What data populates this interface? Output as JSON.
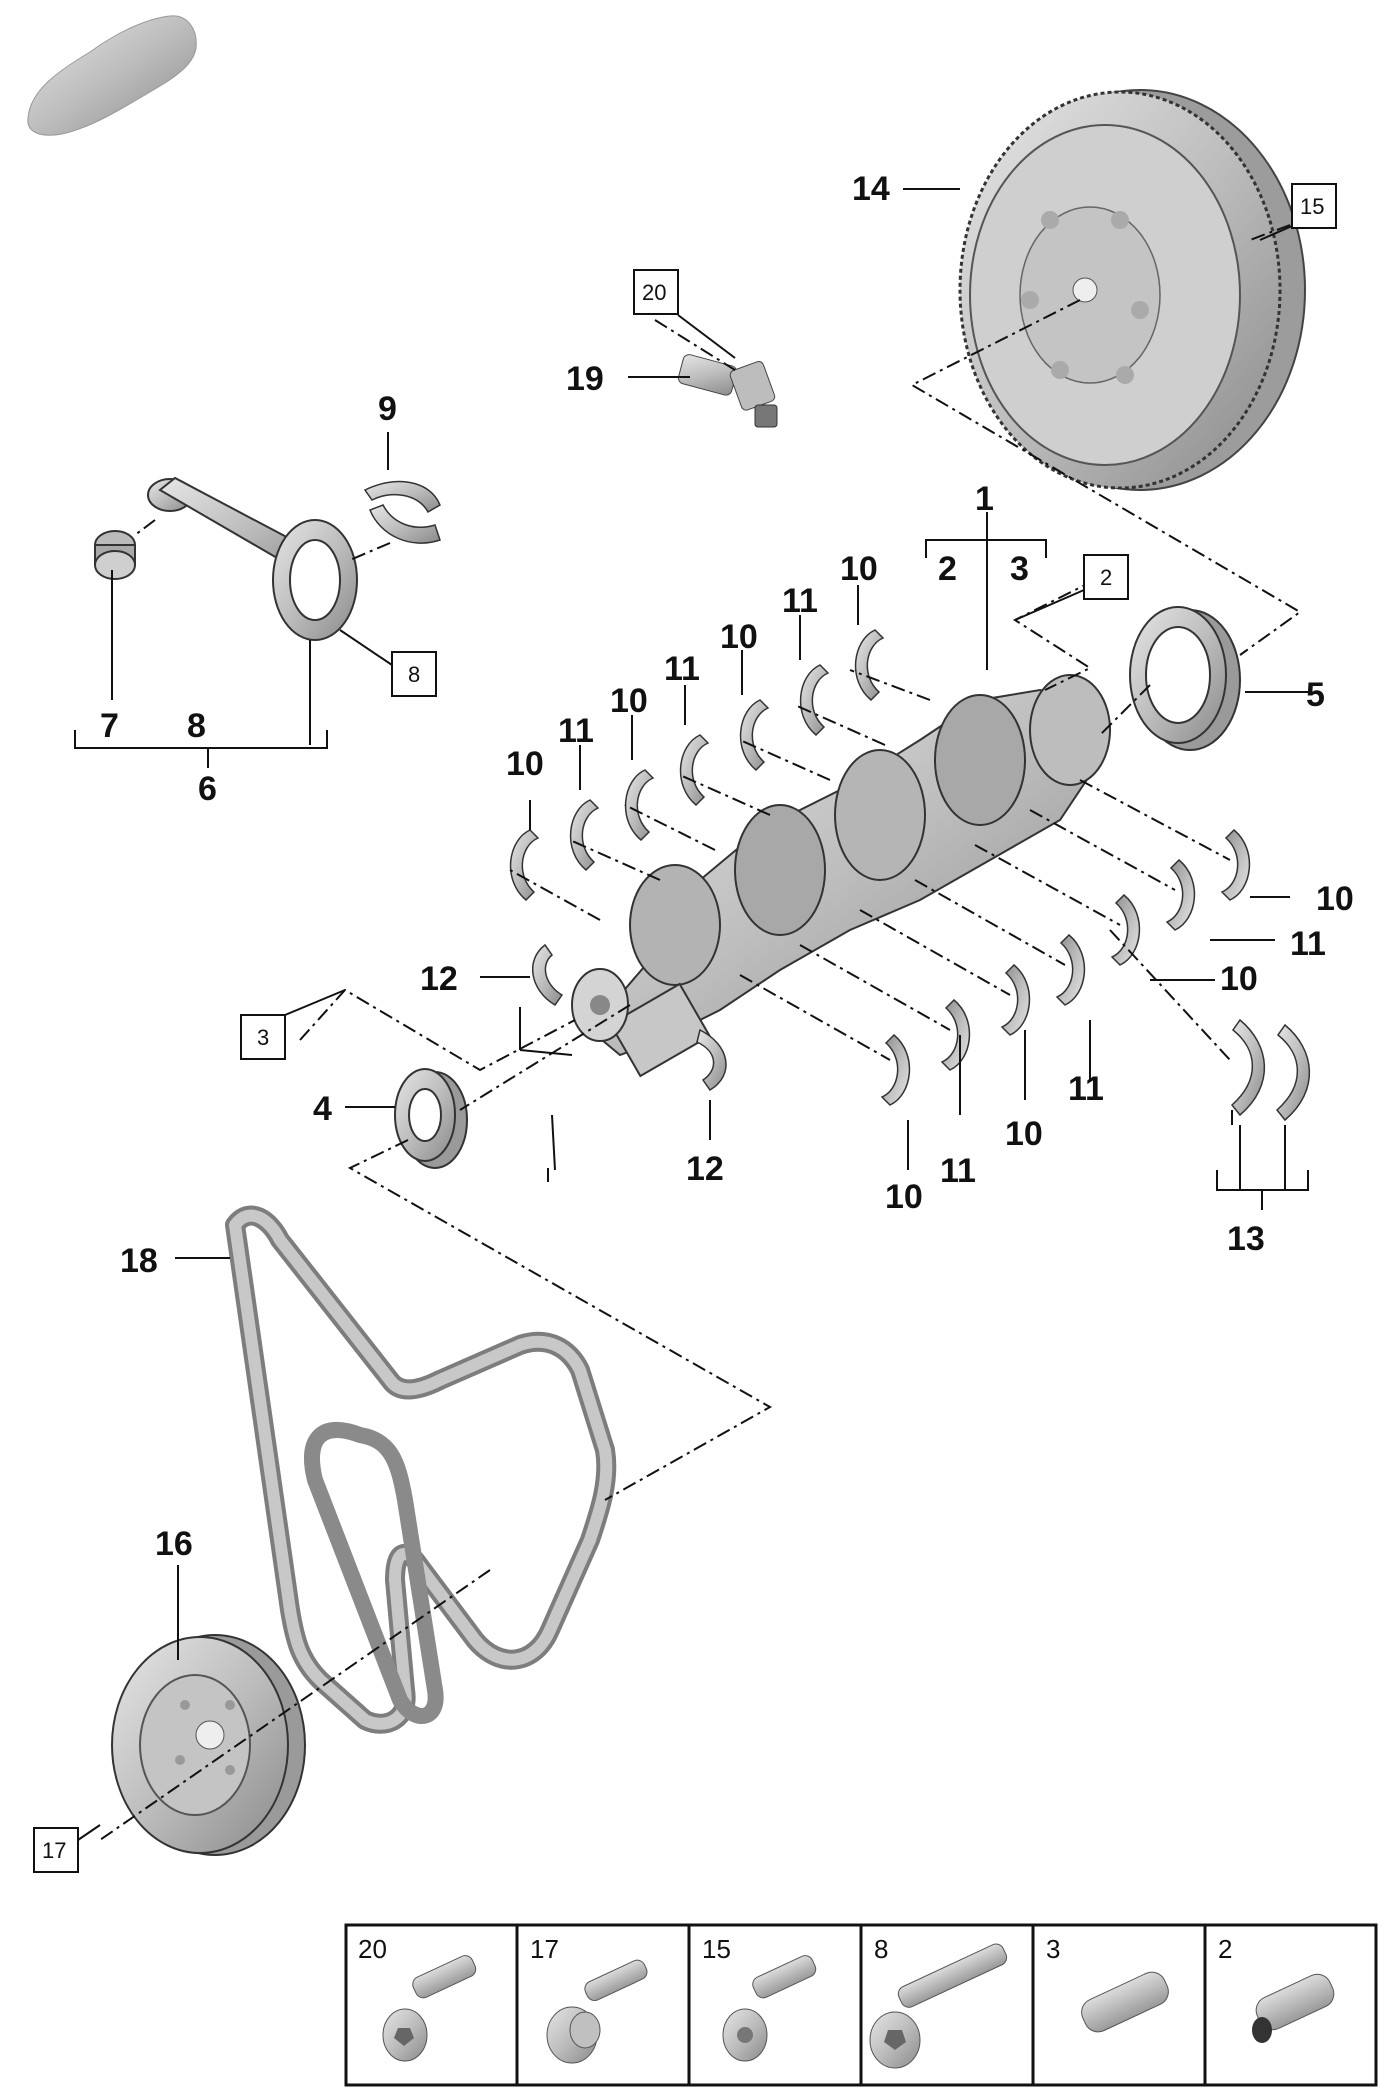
{
  "callouts": {
    "c1": "1",
    "c2": "2",
    "c3": "3",
    "c4": "4",
    "c5": "5",
    "c6": "6",
    "c7": "7",
    "c8": "8",
    "c9": "9",
    "c10": "10",
    "c11": "11",
    "c12": "12",
    "c13": "13",
    "c14": "14",
    "c16": "16",
    "c18": "18",
    "c19": "19"
  },
  "boxed_refs": {
    "b2": "2",
    "b3": "3",
    "b8": "8",
    "b15": "15",
    "b17": "17",
    "b20": "20"
  },
  "legend": [
    {
      "number": "20",
      "icon": "hex-socket-bolt-icon"
    },
    {
      "number": "17",
      "icon": "flange-bolt-icon"
    },
    {
      "number": "15",
      "icon": "socket-head-bolt-icon"
    },
    {
      "number": "8",
      "icon": "long-flange-bolt-icon"
    },
    {
      "number": "3",
      "icon": "dowel-pin-icon"
    },
    {
      "number": "2",
      "icon": "slotted-pin-icon"
    }
  ],
  "colors": {
    "part_fill": "#c9c9c9",
    "part_dark": "#8f8f8f",
    "line": "#111111"
  }
}
